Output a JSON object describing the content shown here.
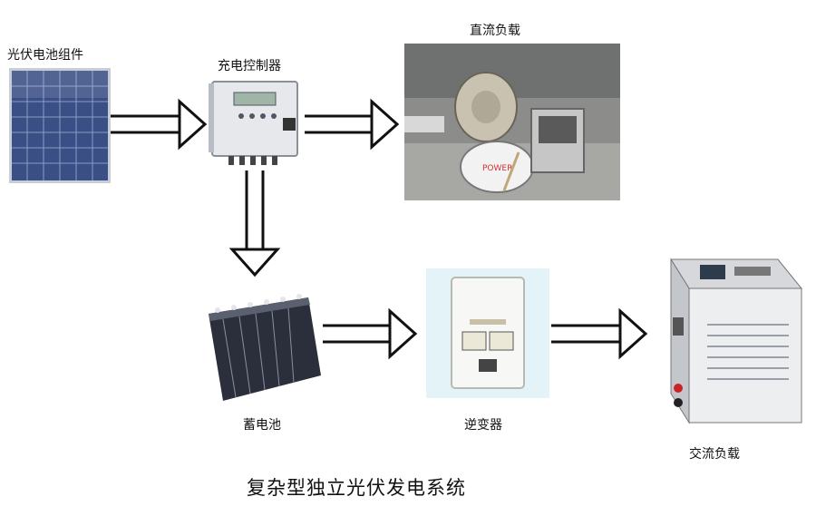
{
  "components": {
    "solar_panel": "光伏电池组件",
    "charge_controller": "充电控制器",
    "dc_load": "直流负载",
    "battery": "蓄电池",
    "inverter": "逆变器",
    "ac_load": "交流负载"
  },
  "caption": "复杂型独立光伏发电系统"
}
